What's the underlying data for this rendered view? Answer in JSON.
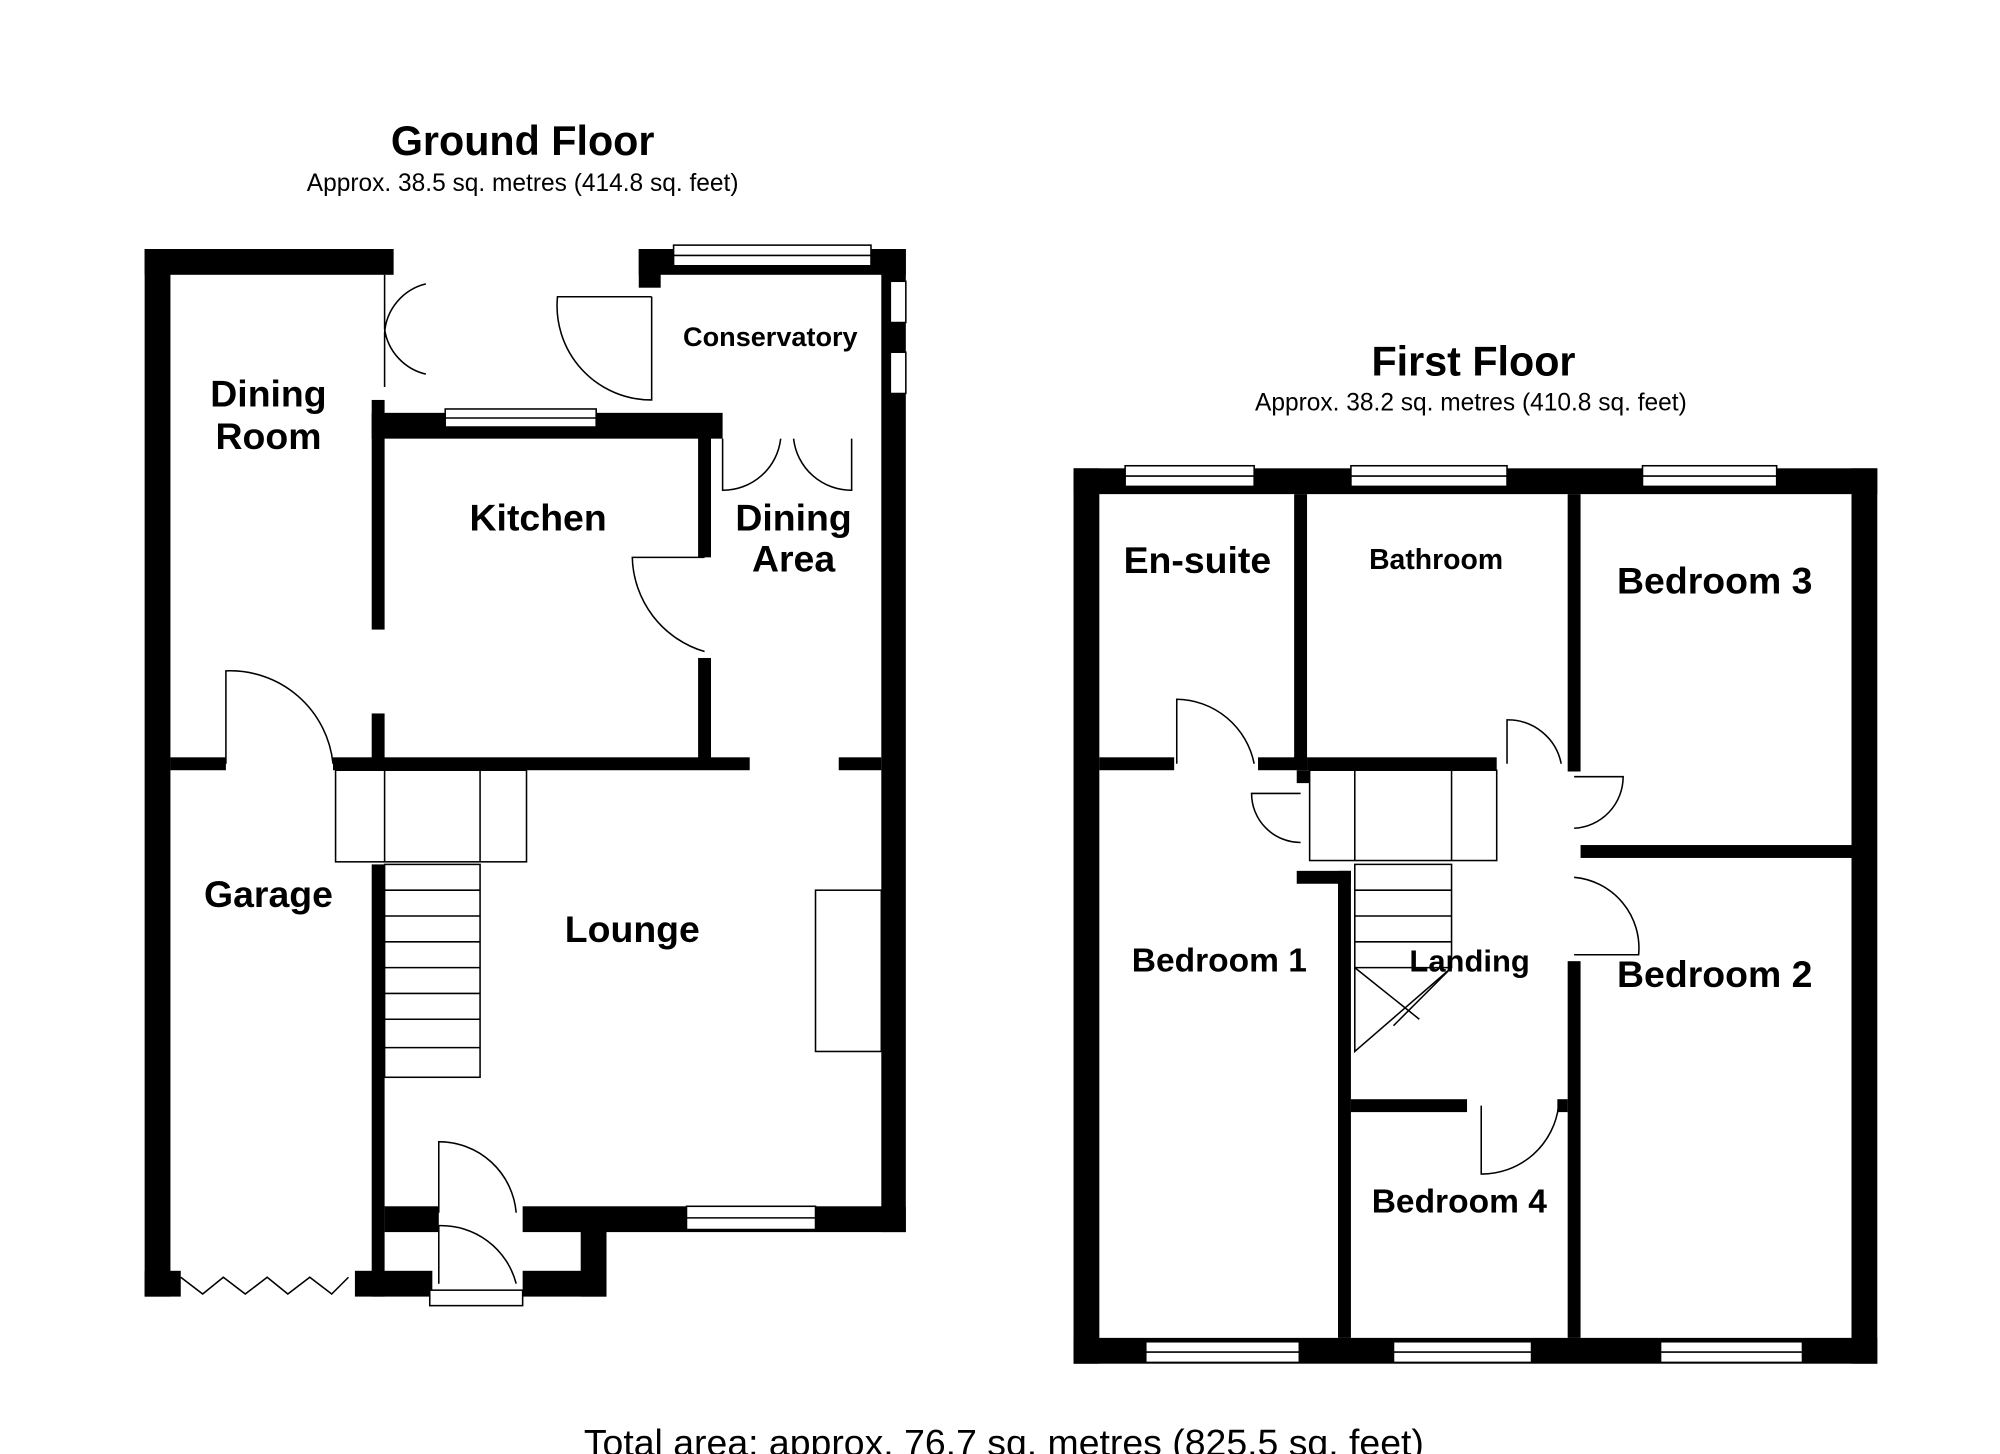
{
  "ground_floor": {
    "title": "Ground Floor",
    "area": "Approx. 38.5 sq. metres (414.8 sq. feet)",
    "rooms": {
      "dining_room_1": "Dining",
      "dining_room_2": "Room",
      "conservatory": "Conservatory",
      "kitchen": "Kitchen",
      "dining_area_1": "Dining",
      "dining_area_2": "Area",
      "garage": "Garage",
      "lounge": "Lounge"
    }
  },
  "first_floor": {
    "title": "First Floor",
    "area": "Approx. 38.2 sq. metres (410.8 sq. feet)",
    "rooms": {
      "en_suite": "En-suite",
      "bathroom": "Bathroom",
      "bedroom_3": "Bedroom 3",
      "bedroom_1": "Bedroom 1",
      "landing": "Landing",
      "bedroom_2": "Bedroom 2",
      "bedroom_4": "Bedroom 4"
    }
  },
  "total_area": "Total area: approx. 76.7 sq. metres (825.5 sq. feet)"
}
